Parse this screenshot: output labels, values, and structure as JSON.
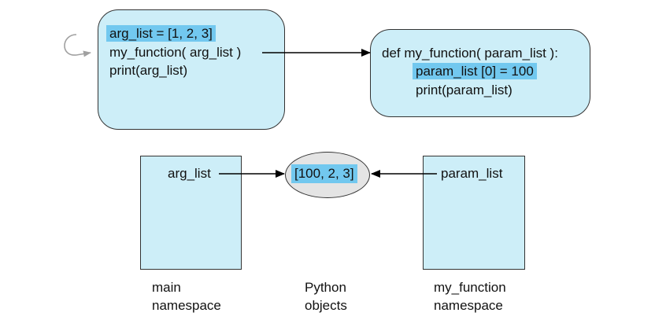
{
  "main_code": {
    "line1": "arg_list = [1, 2, 3]",
    "line2": "my_function( arg_list )",
    "line3": "print(arg_list)"
  },
  "function_code": {
    "line1": "def my_function( param_list ):",
    "line2": "param_list [0] = 100",
    "line3": "print(param_list)"
  },
  "main_namespace": {
    "variable": "arg_list",
    "caption_line1": "main",
    "caption_line2": "namespace"
  },
  "python_objects": {
    "value": "[100, 2, 3]",
    "caption_line1": "Python",
    "caption_line2": "objects"
  },
  "function_namespace": {
    "variable": "param_list",
    "caption_line1": "my_function",
    "caption_line2": "namespace"
  },
  "colors": {
    "box_fill": "#cdeef8",
    "highlight": "#72c8ef",
    "object_fill": "#e4e4e4",
    "curved_arrow": "#a0a0a0",
    "arrow": "#000000"
  }
}
